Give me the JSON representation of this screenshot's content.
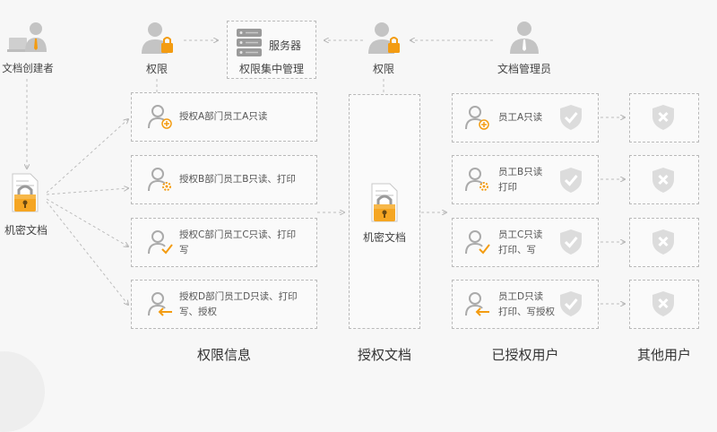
{
  "top": {
    "creator": "文档创建者",
    "perm_left": "权限",
    "server": "服务器",
    "server_mgmt": "权限集中管理",
    "perm_right": "权限",
    "admin": "文档管理员"
  },
  "left_doc_label": "机密文档",
  "center_doc_label": "机密文档",
  "permissions": [
    {
      "line1": "授权A部门员工A只读",
      "line2": ""
    },
    {
      "line1": "授权B部门员工B只读、打印",
      "line2": ""
    },
    {
      "line1": "授权C部门员工C只读、打印",
      "line2": "写"
    },
    {
      "line1": "授权D部门员工D只读、打印",
      "line2": "写、授权"
    }
  ],
  "employees": [
    {
      "line1": "员工A只读",
      "line2": ""
    },
    {
      "line1": "员工B只读",
      "line2": "打印"
    },
    {
      "line1": "员工C只读",
      "line2": "打印、写"
    },
    {
      "line1": "员工D只读",
      "line2": "打印、写授权"
    }
  ],
  "bottom": {
    "perm_info": "权限信息",
    "auth_doc": "授权文档",
    "auth_users": "已授权用户",
    "other_users": "其他用户"
  },
  "colors": {
    "accent": "#f39c12",
    "grey_icon": "#c4c4c4",
    "line": "#bdbdbd"
  }
}
